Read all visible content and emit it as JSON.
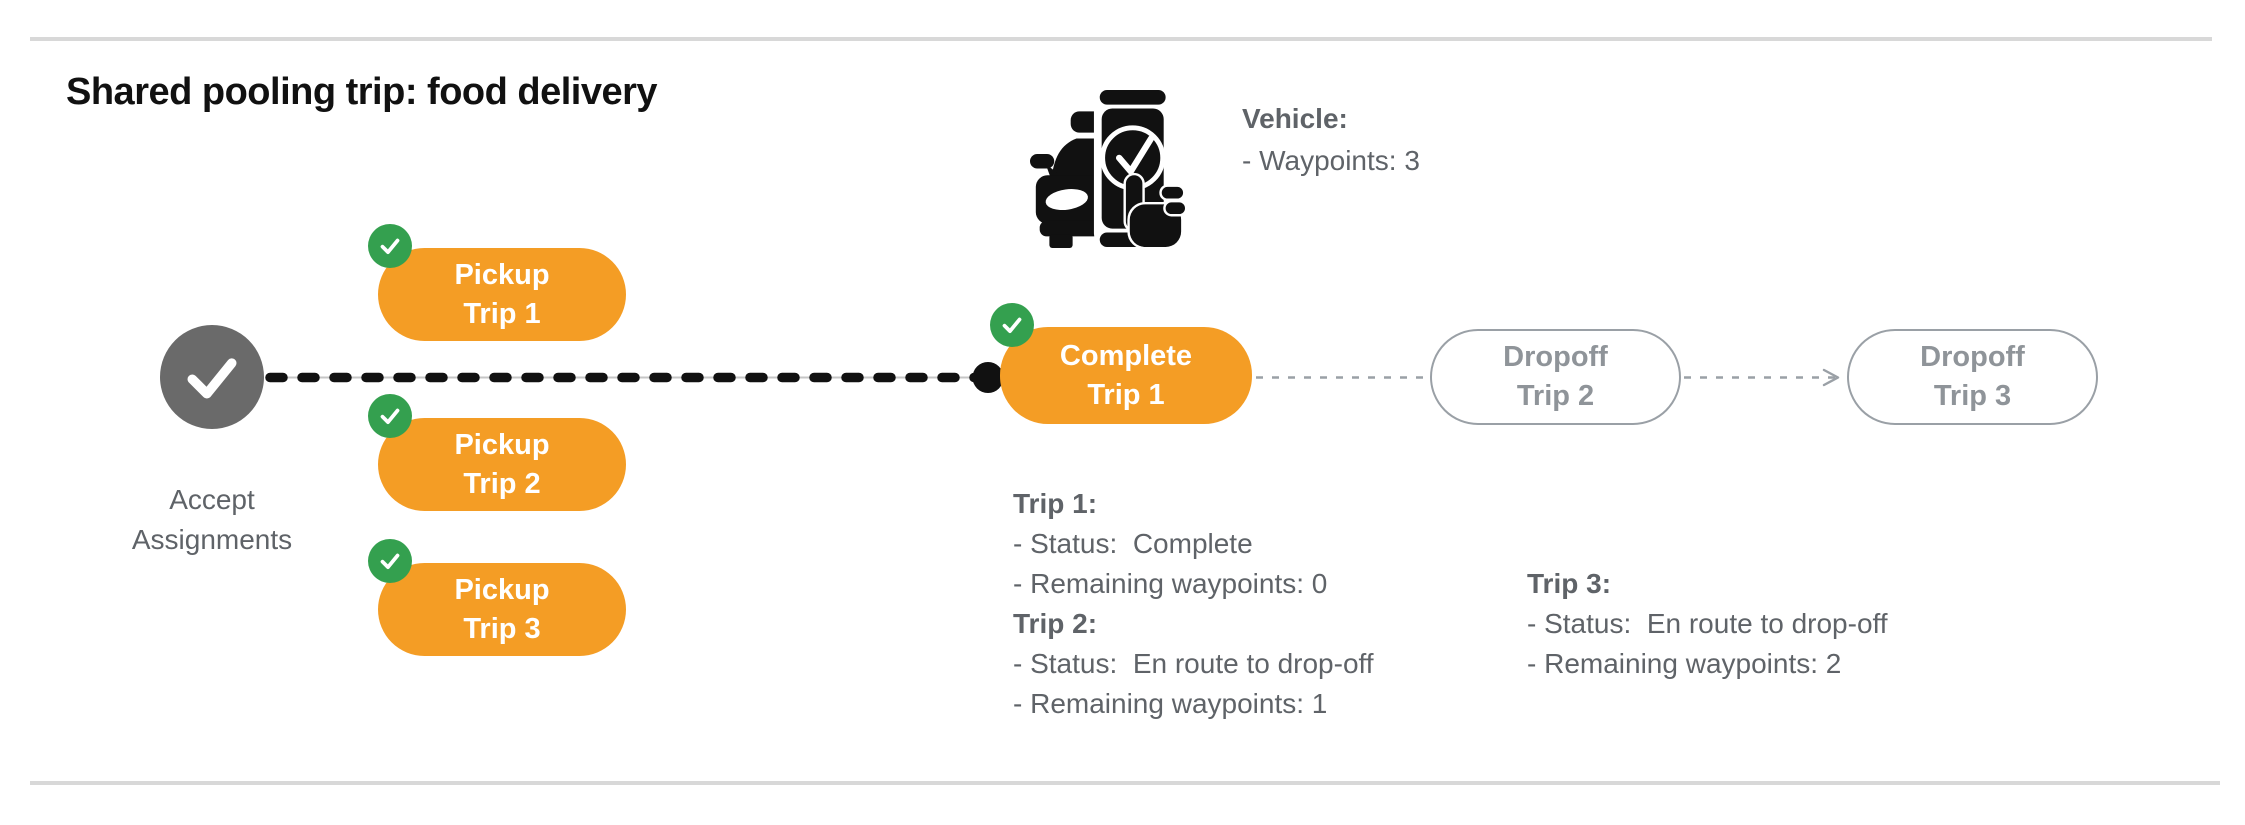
{
  "title": "Shared pooling trip: food delivery",
  "vehicle": {
    "label": "Vehicle:",
    "detail": "- Waypoints: 3"
  },
  "flow": {
    "start": {
      "line1": "Accept",
      "line2": "Assignments"
    },
    "pickups": [
      {
        "line1": "Pickup",
        "line2": "Trip 1"
      },
      {
        "line1": "Pickup",
        "line2": "Trip 2"
      },
      {
        "line1": "Pickup",
        "line2": "Trip 3"
      }
    ],
    "complete": {
      "line1": "Complete",
      "line2": "Trip 1"
    },
    "dropoffs": [
      {
        "line1": "Dropoff",
        "line2": "Trip 2"
      },
      {
        "line1": "Dropoff",
        "line2": "Trip 3"
      }
    ]
  },
  "status": {
    "trip1": {
      "heading": "Trip 1:",
      "status_line": "- Status:  Complete",
      "waypoints_line": "- Remaining waypoints: 0"
    },
    "trip2": {
      "heading": "Trip 2:",
      "status_line": "- Status:  En route to drop-off",
      "waypoints_line": "- Remaining waypoints: 1"
    },
    "trip3": {
      "heading": "Trip 3:",
      "status_line": "- Status:  En route to drop-off",
      "waypoints_line": "- Remaining waypoints: 2"
    }
  },
  "icons": {
    "vehicle": "car-with-phone-check-icon",
    "start_node": "check-icon",
    "pill_badge": "check-badge-icon"
  },
  "colors": {
    "orange": "#F49D25",
    "green": "#34A04F",
    "node_gray": "#6A6A6A",
    "text_gray": "#5F6368",
    "inactive_gray": "#8F9499",
    "border_gray": "#9AA0A6",
    "rule_gray": "#D8D8D8",
    "black": "#111111"
  }
}
